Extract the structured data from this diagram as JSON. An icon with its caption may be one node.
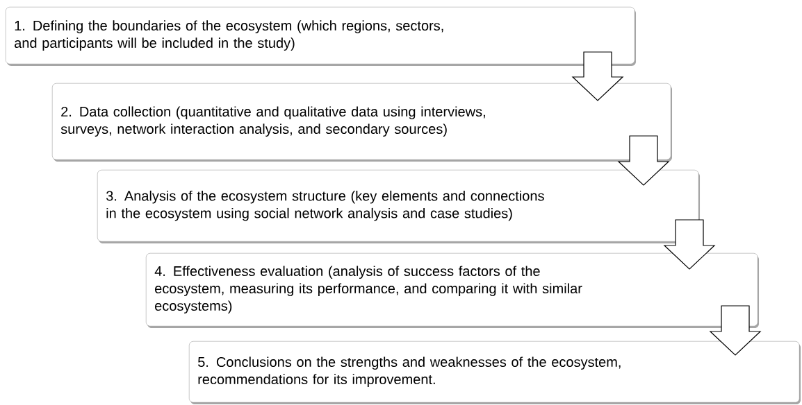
{
  "diagram": {
    "nodes": [
      {
        "text": [
          "1. Defining the boundaries of the ecosystem (which regions, sectors, and participants will be included in the study)"
        ]
      },
      {
        "text": [
          "2. Data collection (quantitative and qualitative data using interviews, surveys, network interaction analysis, and secondary sources)"
        ]
      },
      {
        "text": [
          "3. Analysis of the ecosystem structure (key elements and connections in the ecosystem using social network analysis and case studies)"
        ]
      },
      {
        "text": [
          "4. Effectiveness evaluation (analysis of success factors of the ecosystem, measuring its performance, and comparing it with similar ecosystems)"
        ]
      },
      {
        "text": [
          "5. Conclusions on the strengths and weaknesses of the ecosystem, recommendations for its improvement."
        ]
      }
    ],
    "edges": [
      {
        "from": 0,
        "to": 1,
        "arrow": "to"
      },
      {
        "from": 1,
        "to": 2,
        "arrow": "to"
      },
      {
        "from": 2,
        "to": 3,
        "arrow": "to"
      },
      {
        "from": 3,
        "to": 4,
        "arrow": "to"
      }
    ]
  }
}
